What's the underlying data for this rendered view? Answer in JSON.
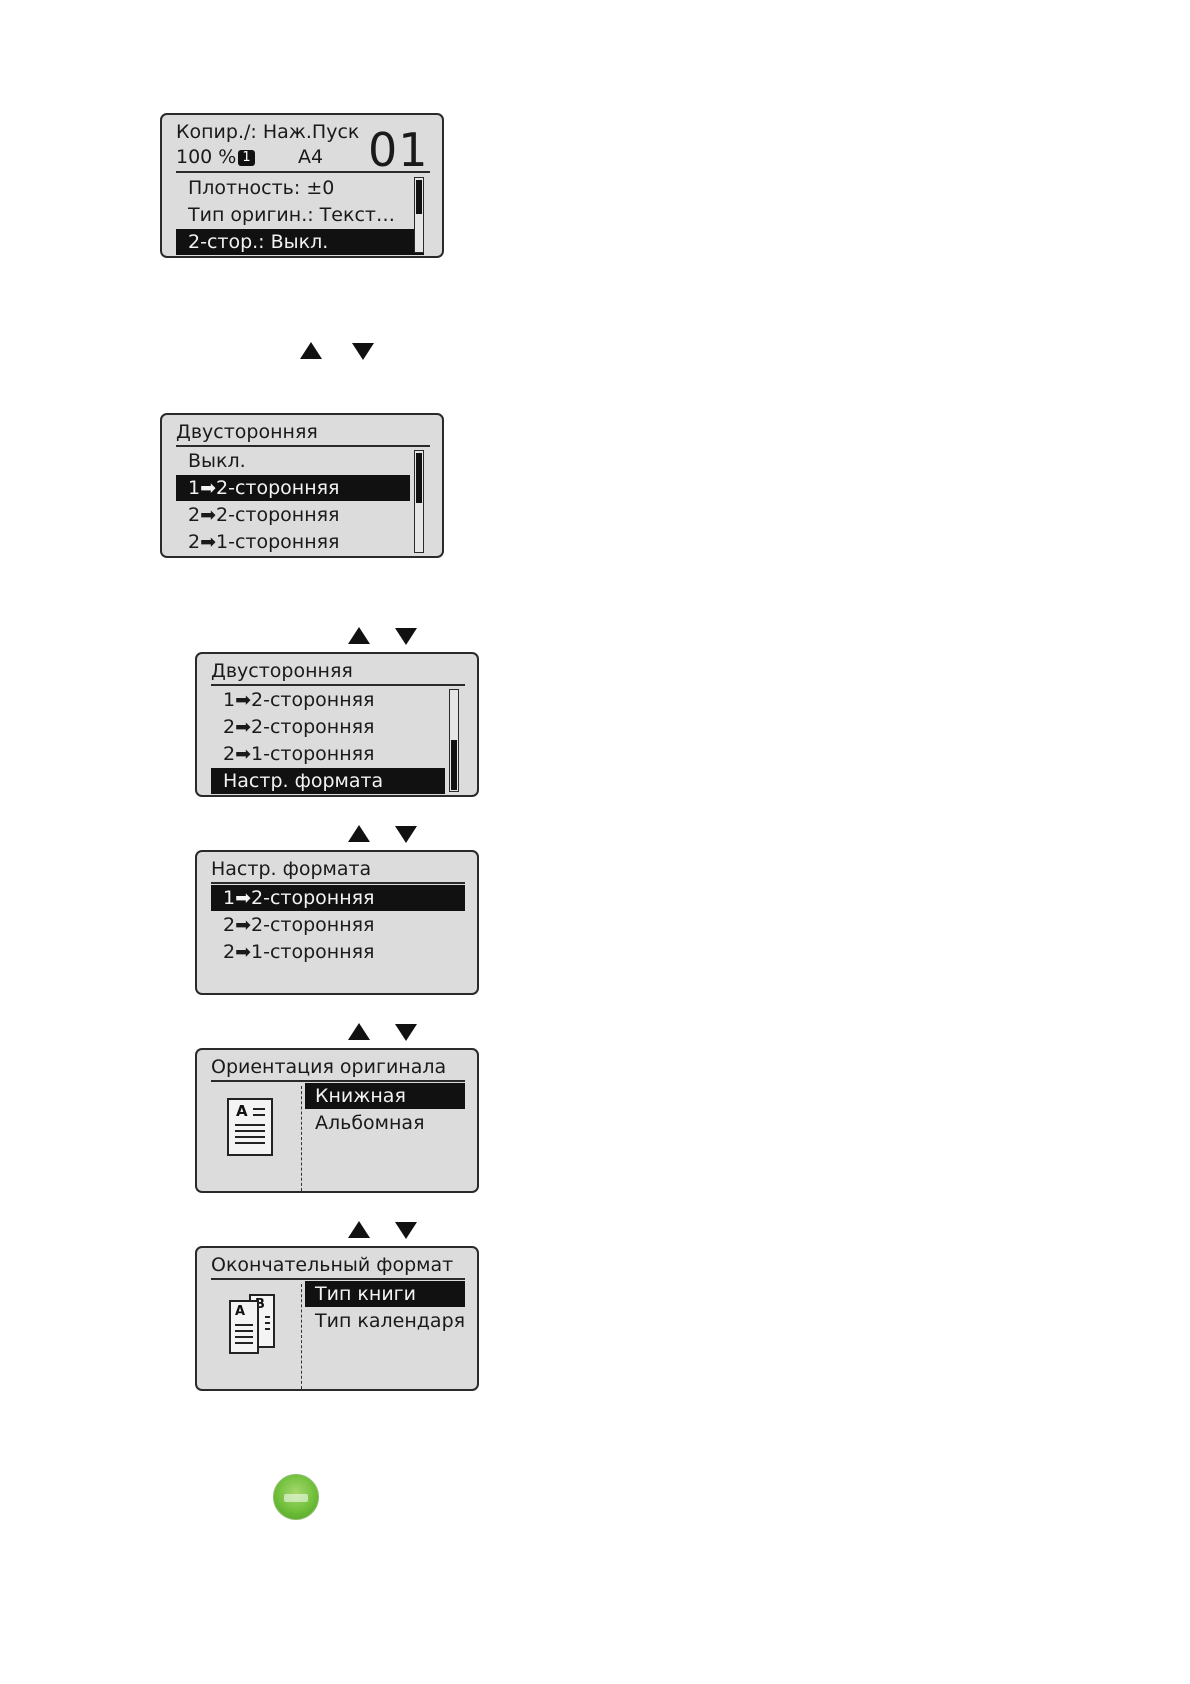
{
  "screen1": {
    "header_left": "Копир./: Наж.Пуск",
    "zoom": "100 %",
    "badge": "1",
    "paper": "A4",
    "copies": "01",
    "rows": [
      "Плотность: ±0",
      "Тип оригин.: Текст…",
      "2-стор.: Выкл."
    ],
    "selected_index": 2
  },
  "screen2": {
    "title": "Двусторонняя",
    "rows": [
      "Выкл.",
      "1➡2-сторонняя",
      "2➡2-сторонняя",
      "2➡1-сторонняя"
    ],
    "selected_index": 1
  },
  "screen3": {
    "title": "Двусторонняя",
    "rows": [
      "1➡2-сторонняя",
      "2➡2-сторонняя",
      "2➡1-сторонняя",
      "Настр. формата"
    ],
    "selected_index": 3
  },
  "screen4": {
    "title": "Настр. формата",
    "rows": [
      "1➡2-сторонняя",
      "2➡2-сторонняя",
      "2➡1-сторонняя"
    ],
    "selected_index": 0
  },
  "screen5": {
    "title": "Ориентация оригинала",
    "rows": [
      "Книжная",
      "Альбомная"
    ],
    "selected_index": 0,
    "icon_letter": "A",
    "icon": "portrait-document-icon"
  },
  "screen6": {
    "title": "Окончательный формат",
    "rows": [
      "Тип книги",
      "Тип календаря"
    ],
    "selected_index": 0,
    "icon_letters": [
      "A",
      "B"
    ],
    "icon": "book-layout-icon"
  },
  "icons": {
    "arrow_up": "up-arrow-icon",
    "arrow_down": "down-arrow-icon",
    "done": "green-round-icon"
  },
  "colors": {
    "lcd_bg": "#dcdcdc",
    "highlight": "#111111",
    "done_green": "#6fbf3a"
  }
}
